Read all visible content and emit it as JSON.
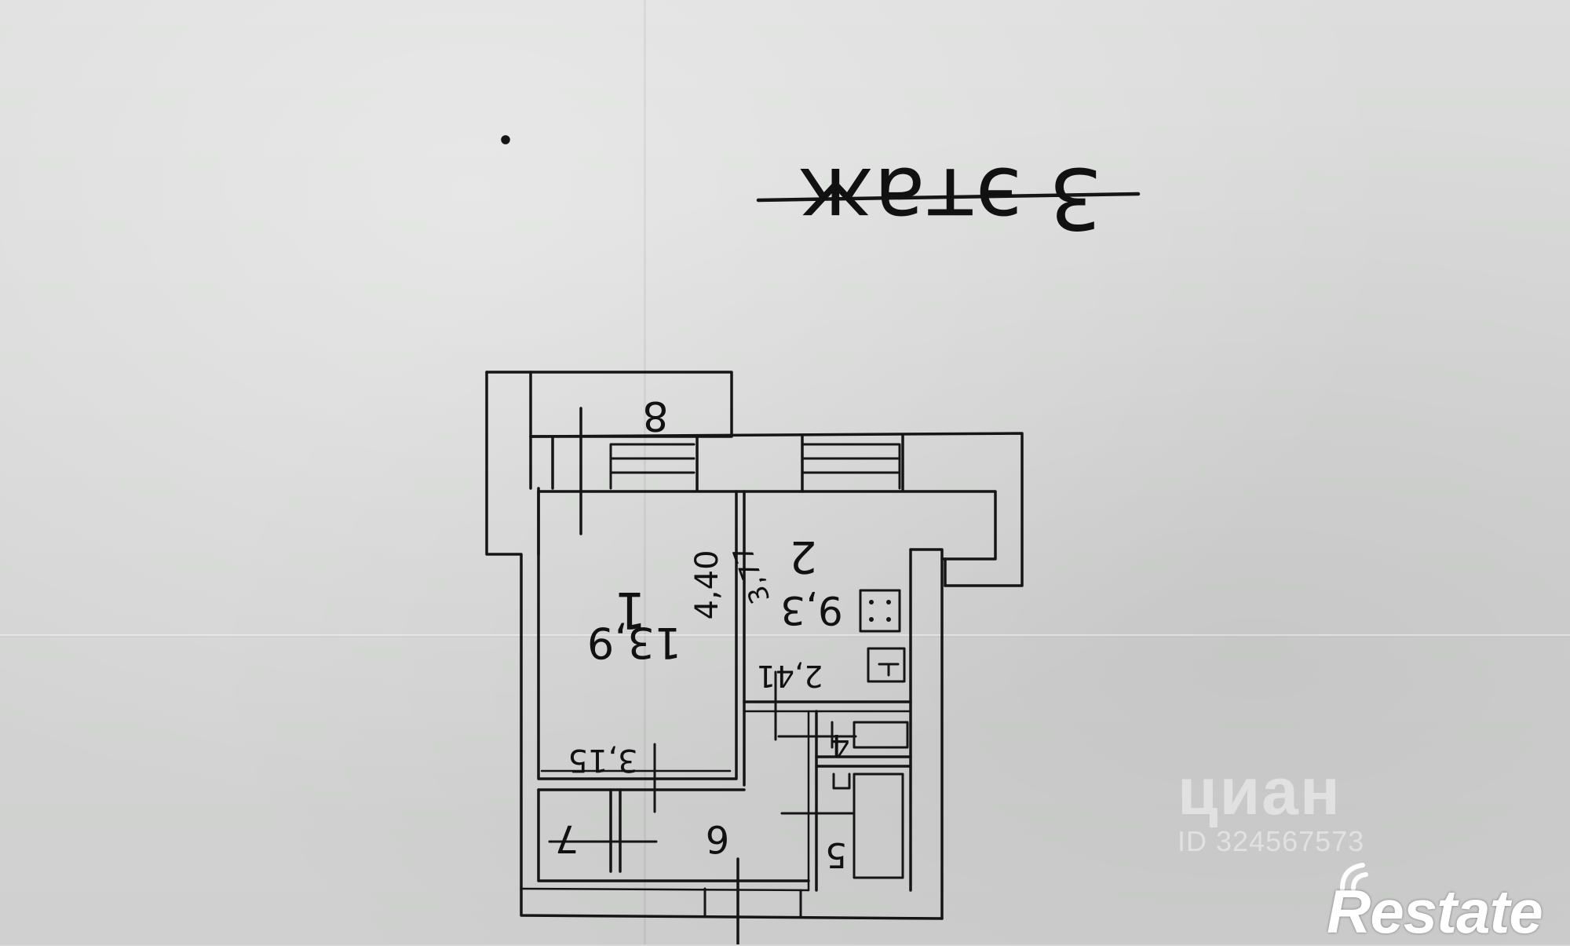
{
  "document": {
    "floor_caption": "3 этаж"
  },
  "rooms": [
    {
      "id": "1",
      "label": "1",
      "area": "13,9"
    },
    {
      "id": "2",
      "label": "2",
      "area": "9,3"
    },
    {
      "id": "4",
      "label": "4"
    },
    {
      "id": "5",
      "label": "5"
    },
    {
      "id": "6",
      "label": "6"
    },
    {
      "id": "7",
      "label": "7"
    },
    {
      "id": "8",
      "label": "8"
    }
  ],
  "dimensions": {
    "room1_side": "4,40",
    "room1_bottom": "3,15",
    "room2_side": "3,77",
    "room2_bottom": "2,41"
  },
  "watermark": {
    "brand": "циан",
    "listing_id": "ID 324567573"
  },
  "logo": {
    "text": "Restate"
  },
  "colors": {
    "paper": "#d6d7d6",
    "ink": "#111111",
    "logo": "#ffffff"
  }
}
